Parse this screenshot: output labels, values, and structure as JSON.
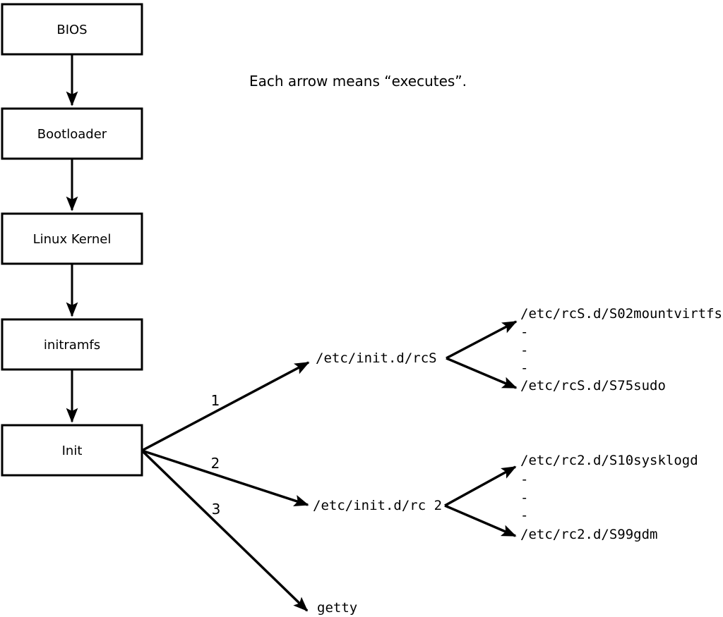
{
  "note": "Each arrow means “executes”.",
  "chain": [
    {
      "label": "BIOS"
    },
    {
      "label": "Bootloader"
    },
    {
      "label": "Linux Kernel"
    },
    {
      "label": "initramfs"
    },
    {
      "label": "Init"
    }
  ],
  "branches": [
    {
      "number": "1",
      "target": "/etc/init.d/rcS",
      "children": [
        "/etc/rcS.d/S02mountvirtfs",
        "-",
        "-",
        "-",
        "/etc/rcS.d/S75sudo"
      ]
    },
    {
      "number": "2",
      "target": "/etc/init.d/rc 2",
      "children": [
        "/etc/rc2.d/S10sysklogd",
        "-",
        "-",
        "-",
        "/etc/rc2.d/S99gdm"
      ]
    },
    {
      "number": "3",
      "target": "getty",
      "children": []
    }
  ],
  "colors": {
    "line": "#000000",
    "text": "#000000",
    "box_fill": "#ffffff",
    "background": "#ffffff"
  }
}
